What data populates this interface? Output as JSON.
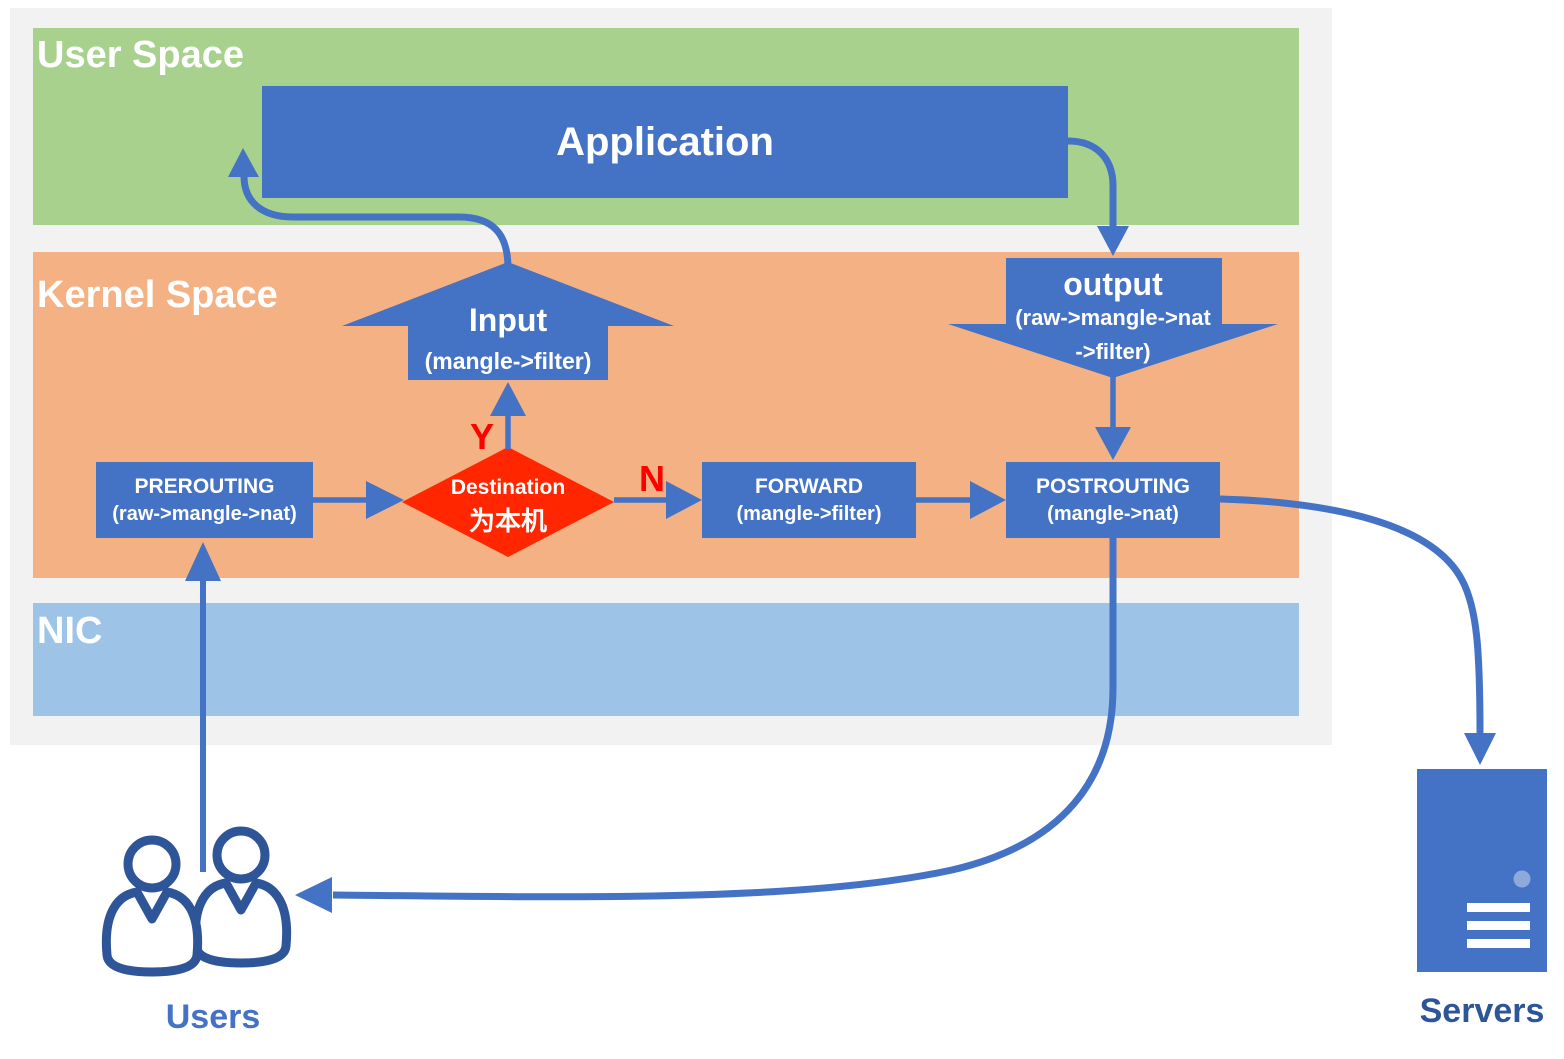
{
  "colors": {
    "panel_bg": "#F2F2F2",
    "user_space_green": "#A9D18E",
    "kernel_space_orange": "#F4B183",
    "nic_blue": "#9DC3E6",
    "node_blue": "#4472C4",
    "person_navy": "#2E5597",
    "decision_red": "#FF2600",
    "yn_label_red": "#FF0000",
    "server_power_dot": "#8EAADB"
  },
  "regions": {
    "user_space": {
      "label": "User Space"
    },
    "kernel_space": {
      "label": "Kernel Space"
    },
    "nic": {
      "label": "NIC"
    }
  },
  "nodes": {
    "application": {
      "label": "Application"
    },
    "input": {
      "label": "Input",
      "chains": "(mangle->filter)"
    },
    "output": {
      "label": "output",
      "chains_line1": "(raw->mangle->nat",
      "chains_line2": "->filter)"
    },
    "prerouting": {
      "label": "PREROUTING",
      "chains": "(raw->mangle->nat)"
    },
    "destination_decision": {
      "label": "Destination",
      "sublabel": "为本机"
    },
    "forward": {
      "label": "FORWARD",
      "chains": "(mangle->filter)"
    },
    "postrouting": {
      "label": "POSTROUTING",
      "chains": "(mangle->nat)"
    },
    "users": {
      "label": "Users"
    },
    "servers": {
      "label": "Servers"
    }
  },
  "decision_labels": {
    "yes": "Y",
    "no": "N"
  }
}
